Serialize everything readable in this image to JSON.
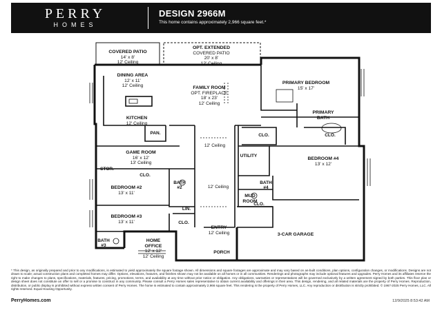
{
  "header": {
    "brand_top": "PERRY",
    "brand_bottom": "HOMES",
    "design_title": "DESIGN 2966M",
    "design_subtitle": "This home contains approximately 2,966 square feet.*"
  },
  "rooms": {
    "covered_patio": {
      "name": "COVERED PATIO",
      "lines": [
        "14' x 8'",
        "12' Ceiling"
      ]
    },
    "opt_patio": {
      "name": "OPT. EXTENDED",
      "lines": [
        "COVERED PATIO",
        "20' x 8'",
        "12' Ceiling"
      ]
    },
    "dining": {
      "name": "DINING AREA",
      "lines": [
        "12' x 11'",
        "12' Ceiling"
      ]
    },
    "family": {
      "name": "FAMILY ROOM",
      "lines": [
        "OPT. FIREPLACE",
        "18' x 23'",
        "12' Ceiling"
      ]
    },
    "primary_bed": {
      "name": "PRIMARY BEDROOM",
      "lines": [
        "15' x 17'"
      ]
    },
    "kitchen": {
      "name": "KITCHEN",
      "lines": [
        "12' Ceiling"
      ]
    },
    "primary_bath": {
      "name": "PRIMARY",
      "lines": [
        "BATH"
      ]
    },
    "game": {
      "name": "GAME ROOM",
      "lines": [
        "16' x 12'",
        "13' Ceiling"
      ]
    },
    "bed4": {
      "name": "BEDROOM #4",
      "lines": [
        "13' x 12'"
      ]
    },
    "bed2": {
      "name": "BEDROOM #2",
      "lines": [
        "13' x 11'"
      ]
    },
    "bed3": {
      "name": "BEDROOM #3",
      "lines": [
        "13' x 11'"
      ]
    },
    "office": {
      "name": "HOME",
      "lines": [
        "OFFICE",
        "12' x 12'",
        "12' Ceiling"
      ]
    },
    "garage": {
      "name": "3-CAR GARAGE",
      "lines": []
    },
    "entry": {
      "name": "ENTRY",
      "lines": [
        "12' Ceiling"
      ]
    },
    "mud": {
      "name": "MUD",
      "lines": [
        "ROOM"
      ]
    }
  },
  "tags": {
    "pan": "PAN.",
    "ceil_hall1": "12' Ceiling",
    "ceil_hall2": "12' Ceiling",
    "clo_primary_left": "CLO.",
    "clo_primary_right": "CLO.",
    "utility": "UTILITY",
    "clo_bed2": "CLO.",
    "stor": "STOR.",
    "bath2_a": "BATH",
    "bath2_b": "#2",
    "bath4_a": "BATH",
    "bath4_b": "#4",
    "lin": "LIN.",
    "clo_bed3": "CLO.",
    "clo_mud": "CLO.",
    "bath3_a": "BATH",
    "bath3_b": "#3",
    "porch": "PORCH"
  },
  "footer": {
    "disclaimer": "* This design, as originally prepared and prior to any modifications, is estimated to yield approximately the square footage shown. All dimensions and square footages are approximate and may vary based on as-built conditions, plan options, configuration changes, or modifications. Designs are not drawn to scale; actual construction plans and completed homes may differ. Options, elevations, features, and finishes shown may not be available on all homes or in all communities. Renderings and photographs may include optional features and upgrades. Perry Homes and its affiliates reserve the right to make changes to plans, specifications, materials, features, pricing, promotions, terms, and availability at any time without prior notice or obligation. Any obligations, warranties or representations will be governed exclusively by a written agreement signed by both parties. This floor plan or design sheet does not constitute an offer to sell or a promise to construct in any community. Please consult a Perry Homes sales representative to obtain current availability and offerings in their area. This design, rendering, and all related materials are the property of Perry Homes. Reproduction, distribution, or public display is prohibited without express written consent of Perry Homes. The home is estimated to contain approximately 2,966 square feet. This rendering is the property of Perry Homes, LLC. Any reproduction or distribution is strictly prohibited. © 1967-2025 Perry Homes, LLC. All rights reserved. Equal Housing Opportunity.",
    "website": "PerryHomes.com",
    "stamp": "12/9/2025 8:53:42 AM"
  }
}
